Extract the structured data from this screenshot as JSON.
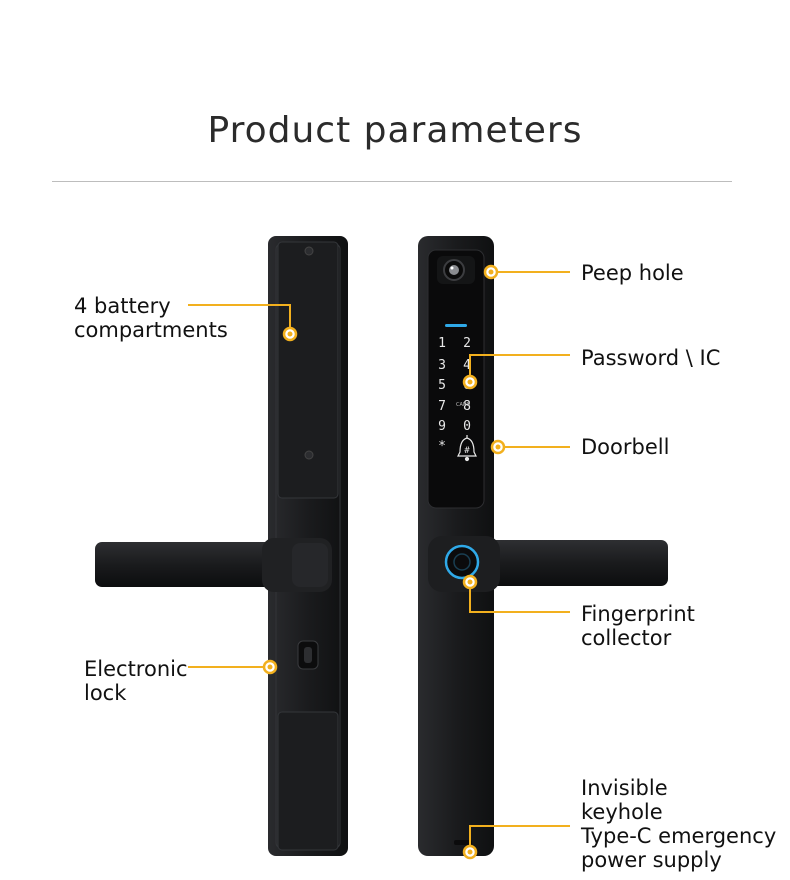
{
  "title": "Product parameters",
  "accent_color": "#f2b01e",
  "product_color": "#1b1c1e",
  "labels": {
    "battery": [
      "4 battery",
      "compartments"
    ],
    "electronic_lock": [
      "Electronic",
      "lock"
    ],
    "peep_hole": [
      "Peep hole"
    ],
    "password": [
      "Password \\ IC"
    ],
    "doorbell": [
      "Doorbell"
    ],
    "fingerprint": [
      "Fingerprint",
      "collector"
    ],
    "keyhole": [
      "Invisible",
      "keyhole",
      "Type-C emergency",
      "power supply"
    ]
  },
  "keypad": {
    "keys": [
      "1",
      "2",
      "3",
      "4",
      "5",
      "6",
      "7",
      "8",
      "9",
      "0",
      "*",
      "#"
    ],
    "card_mark": "CARD"
  },
  "icons": [
    "bell-icon",
    "fingerprint-icon",
    "camera-lens-icon",
    "screw-icon"
  ]
}
